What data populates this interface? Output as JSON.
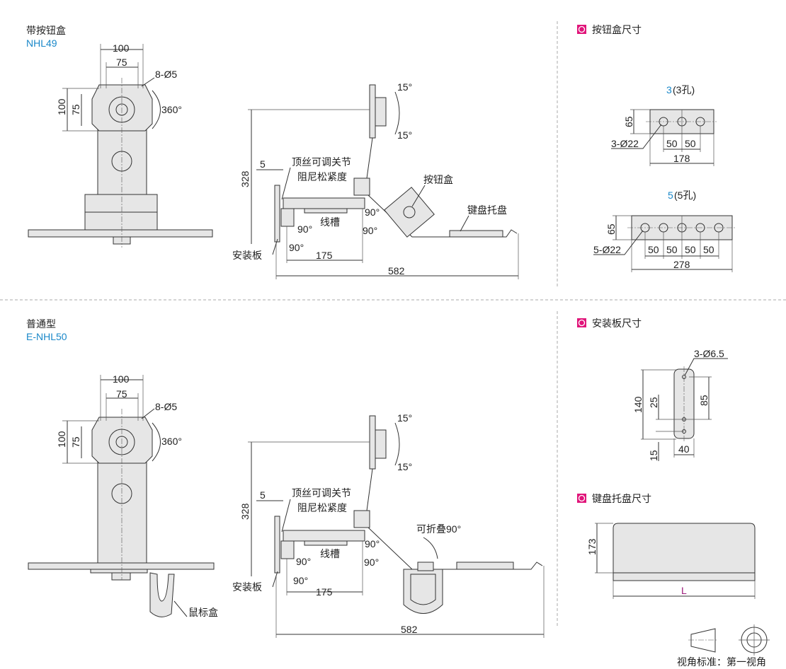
{
  "top": {
    "title": "带按钮盒",
    "model": "NHL49",
    "front": {
      "w100": "100",
      "w75": "75",
      "holes": "8-Ø5",
      "h100": "100",
      "h75": "75",
      "rotate": "360°"
    },
    "side": {
      "tilt_up": "15°",
      "tilt_down": "15°",
      "h328": "328",
      "d5": "5",
      "knob": "顶丝可调关节",
      "damping": "阻尼松紧度",
      "button_box": "按钮盒",
      "keyboard_tray": "键盘托盘",
      "a1": "90°",
      "a2": "90°",
      "a3": "90°",
      "a4": "90°",
      "cable": "线槽",
      "mount_plate": "安装板",
      "d175": "175",
      "d582": "582"
    }
  },
  "bottom": {
    "title": "普通型",
    "model": "E-NHL50",
    "front": {
      "w100": "100",
      "w75": "75",
      "holes": "8-Ø5",
      "h100": "100",
      "h75": "75",
      "rotate": "360°",
      "mouse_box": "鼠标盒"
    },
    "side": {
      "tilt_up": "15°",
      "tilt_down": "15°",
      "h328": "328",
      "d5": "5",
      "knob": "顶丝可调关节",
      "damping": "阻尼松紧度",
      "foldable": "可折叠90°",
      "a1": "90°",
      "a2": "90°",
      "a3": "90°",
      "a4": "90°",
      "cable": "线槽",
      "mount_plate": "安装板",
      "d175": "175",
      "d582": "582"
    }
  },
  "button_box_dims": {
    "title": "按钮盒尺寸",
    "three": {
      "num": "3",
      "label": "(3孔)",
      "h": "65",
      "holes": "3-Ø22",
      "p1": "50",
      "p2": "50",
      "w": "178"
    },
    "five": {
      "num": "5",
      "label": "(5孔)",
      "h": "65",
      "holes": "5-Ø22",
      "p1": "50",
      "p2": "50",
      "p3": "50",
      "p4": "50",
      "w": "278"
    }
  },
  "mount_plate_dims": {
    "title": "安装板尺寸",
    "holes": "3-Ø6.5",
    "h140": "140",
    "h25": "25",
    "h85": "85",
    "h15": "15",
    "w40": "40"
  },
  "tray_dims": {
    "title": "键盘托盘尺寸",
    "h": "173",
    "w": "L"
  },
  "projection": {
    "label": "视角标准：第一视角"
  },
  "colors": {
    "accent": "#e0157a",
    "blue": "#1a88c9"
  }
}
